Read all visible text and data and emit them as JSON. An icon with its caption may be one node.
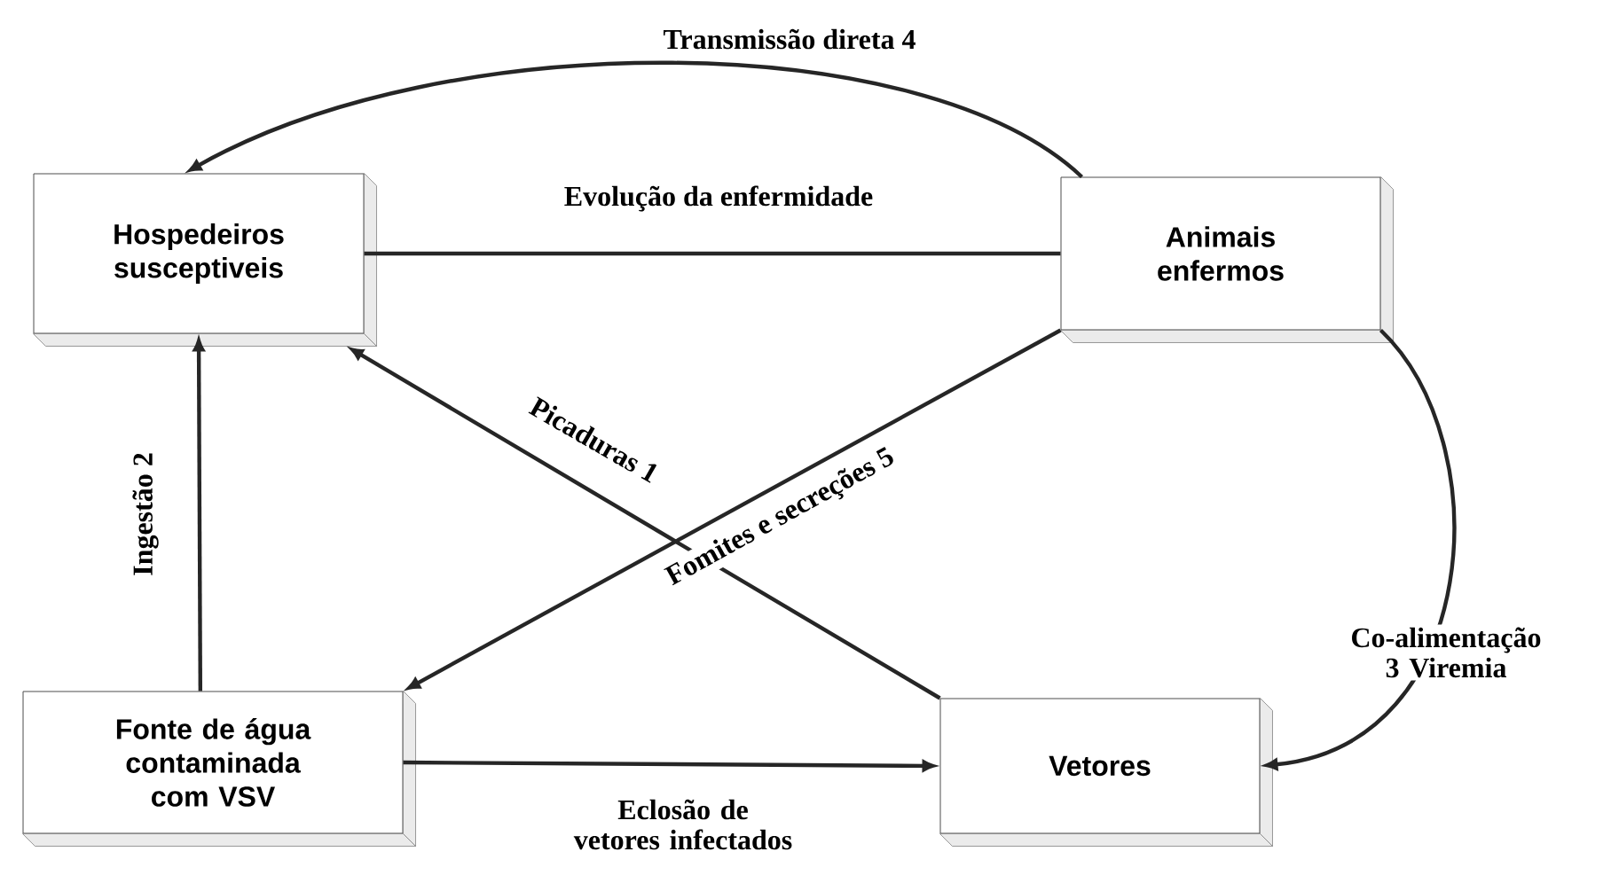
{
  "diagram": {
    "nodes": [
      {
        "text": [
          "Hospedeiros susceptiveis"
        ]
      },
      {
        "text": [
          "Animais enfermos"
        ]
      },
      {
        "text": [
          "Fonte de água contaminada com VSV"
        ]
      },
      {
        "text": [
          "Vetores"
        ]
      }
    ],
    "edges": [
      {
        "from": 1,
        "to": 0,
        "arrow": "to",
        "label": "Transmissão direta 4"
      },
      {
        "from": 0,
        "to": 1,
        "arrow": "none",
        "label": "Evolução da enfermidade"
      },
      {
        "from": 3,
        "to": 0,
        "arrow": "to",
        "label": "Picaduras 1"
      },
      {
        "from": 1,
        "to": 2,
        "arrow": "to",
        "label": "Fomites e secreções 5"
      },
      {
        "from": 1,
        "to": 3,
        "arrow": "to",
        "label": "Co-alimentação 3 Viremia"
      },
      {
        "from": 2,
        "to": 0,
        "arrow": "to",
        "label": "Ingestão 2"
      },
      {
        "from": 2,
        "to": 3,
        "arrow": "to",
        "label": "Eclosão de vetores infectados"
      }
    ]
  }
}
